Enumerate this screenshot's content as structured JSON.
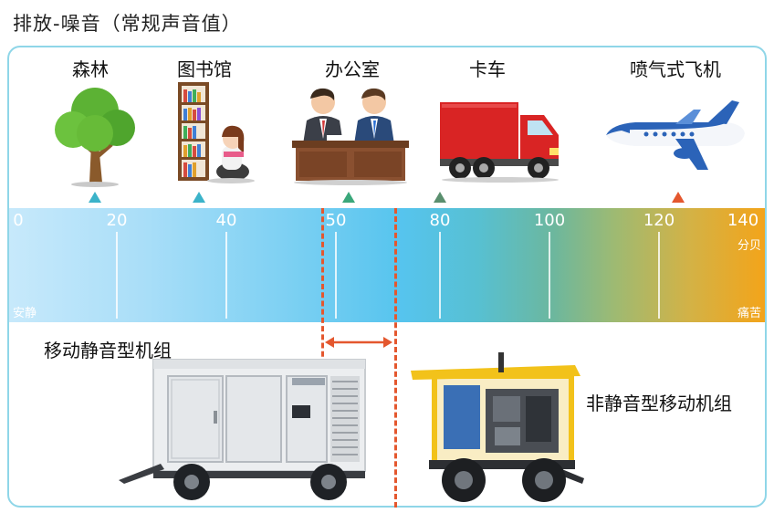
{
  "title": "排放-噪音（常规声音值）",
  "sources": [
    {
      "label": "森林",
      "icon": "tree-icon",
      "value": 15
    },
    {
      "label": "图书馆",
      "icon": "library-icon",
      "value": 35
    },
    {
      "label": "办公室",
      "icon": "office-icon",
      "value": 52
    },
    {
      "label": "卡车",
      "icon": "truck-icon",
      "value": 78
    },
    {
      "label": "喷气式飞机",
      "icon": "jet-icon",
      "value": 125
    }
  ],
  "scale": {
    "ticks": [
      "0",
      "20",
      "40",
      "50",
      "80",
      "100",
      "120",
      "140"
    ],
    "tick_values": [
      0,
      20,
      40,
      50,
      80,
      100,
      120,
      140
    ],
    "unit": "分贝",
    "left_end": "安静",
    "right_end": "痛苦",
    "min": 0,
    "max": 140
  },
  "generators": {
    "silent": "移动静音型机组",
    "non_silent": "非静音型移动机组"
  },
  "colors": {
    "frame": "#8fd6e8",
    "dash": "#e4572e",
    "marker_cool": "#3bb3c9",
    "marker_mid": "#5a8f6e",
    "marker_hot": "#e4572e"
  }
}
